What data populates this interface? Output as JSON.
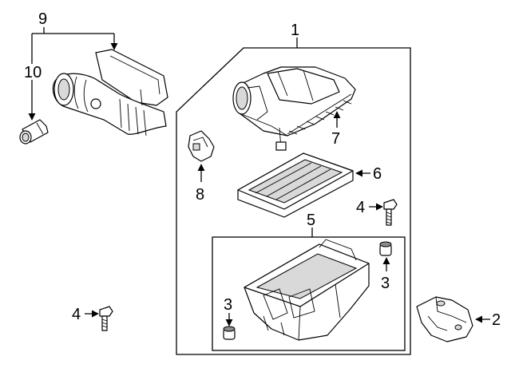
{
  "callouts": {
    "c1": "1",
    "c2": "2",
    "c3a": "3",
    "c3b": "3",
    "c4a": "4",
    "c4b": "4",
    "c5": "5",
    "c6": "6",
    "c7": "7",
    "c8": "8",
    "c9": "9",
    "c10": "10"
  },
  "colors": {
    "line": "#000000",
    "background": "#ffffff",
    "shade": "#d9d9d9"
  }
}
